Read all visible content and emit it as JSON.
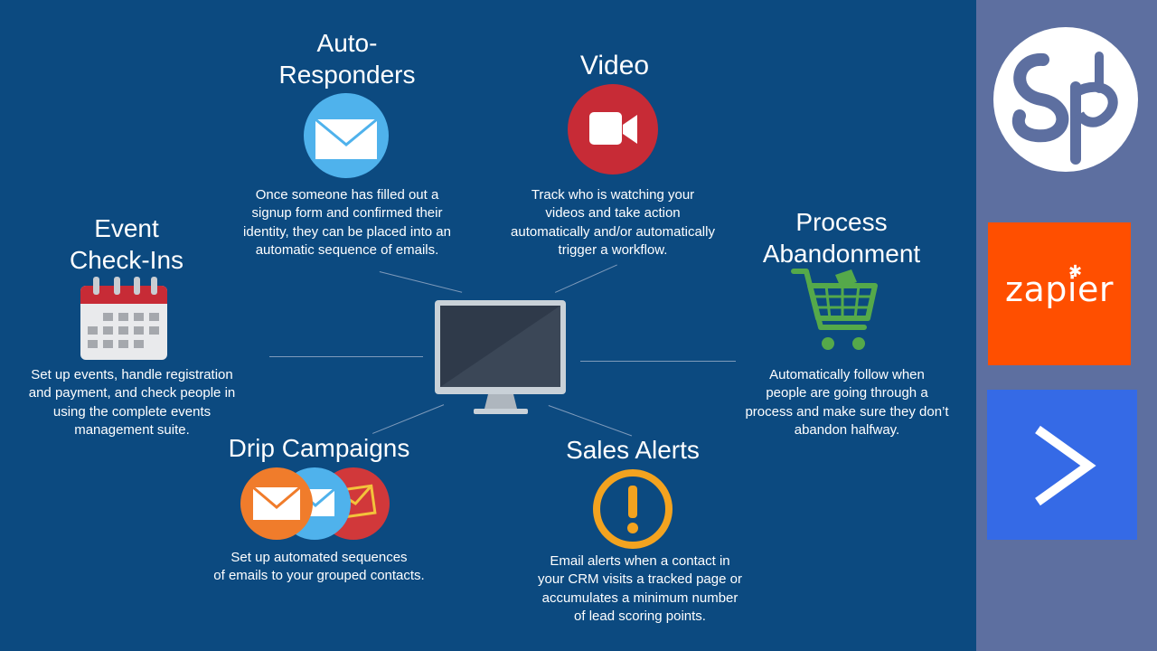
{
  "features": {
    "autoresponders": {
      "title_lines": [
        "Auto-",
        "Responders"
      ],
      "desc_lines": [
        "Once someone has filled out a",
        "signup form and confirmed their",
        "identity, they can be placed into an",
        "automatic sequence of emails."
      ]
    },
    "video": {
      "title_lines": [
        "Video"
      ],
      "desc_lines": [
        "Track who is watching your",
        "videos and take action",
        "automatically and/or automatically",
        "trigger a workflow."
      ]
    },
    "event_checkins": {
      "title_lines": [
        "Event",
        "Check-Ins"
      ],
      "desc_lines": [
        "Set up events, handle registration",
        "and payment, and check people in",
        "using the complete events",
        "management suite."
      ]
    },
    "process_abandonment": {
      "title_lines": [
        "Process",
        "Abandonment"
      ],
      "desc_lines": [
        "Automatically follow when",
        "people are going through a",
        "process and make sure they don’t",
        "abandon halfway."
      ]
    },
    "drip_campaigns": {
      "title_lines": [
        "Drip Campaigns"
      ],
      "desc_lines": [
        "Set up automated sequences",
        "of emails to your grouped contacts."
      ]
    },
    "sales_alerts": {
      "title_lines": [
        "Sales Alerts"
      ],
      "desc_lines": [
        "Email alerts when a contact in",
        "your CRM visits a tracked page or",
        "accumulates a minimum number",
        "of lead scoring points."
      ]
    }
  },
  "sidebar": {
    "logo_icon": "sp-monogram-logo",
    "zapier_label": "zapier",
    "activecampaign_icon": "activecampaign-chevron"
  },
  "colors": {
    "background": "#0c4a80",
    "sidebar": "#5d6fa0",
    "zapier": "#ff4f00",
    "activecampaign": "#356ae6",
    "autoresponder_icon": "#4fb2ec",
    "video_icon": "#c72b36",
    "cart_icon": "#55a94a",
    "alert_icon": "#f3a31f"
  }
}
